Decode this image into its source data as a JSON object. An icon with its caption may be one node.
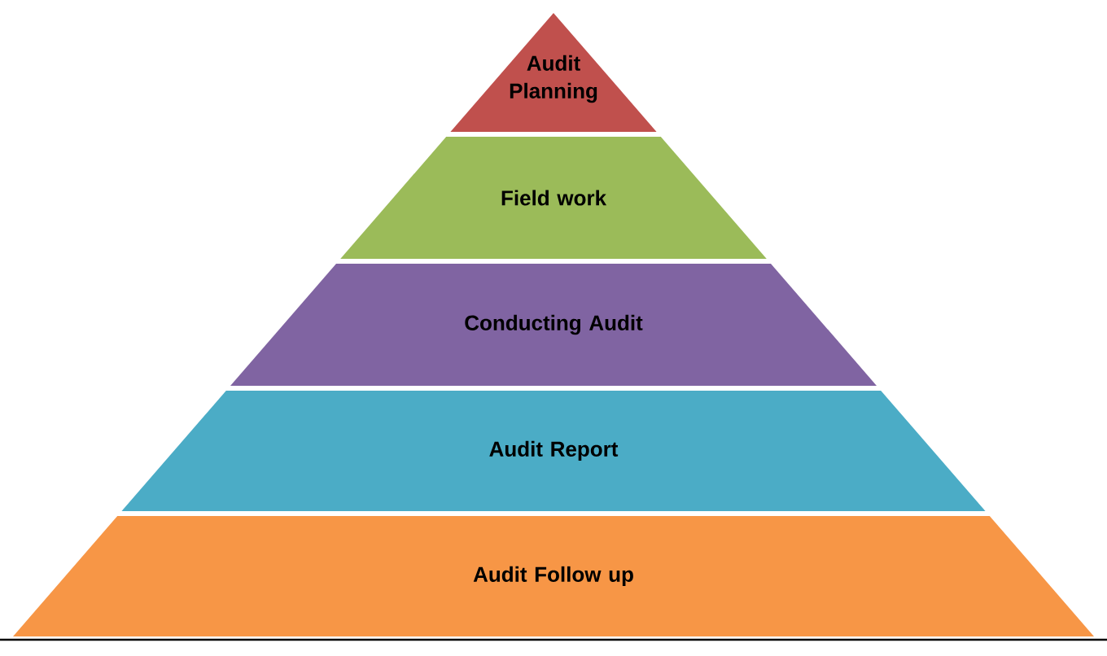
{
  "diagram": {
    "nodes": [
      {
        "text": [
          "Audit Planning"
        ]
      },
      {
        "text": [
          "Field work"
        ]
      },
      {
        "text": [
          "Conducting Audit"
        ]
      },
      {
        "text": [
          "Audit Report"
        ]
      },
      {
        "text": [
          "Audit Follow up"
        ]
      }
    ]
  }
}
